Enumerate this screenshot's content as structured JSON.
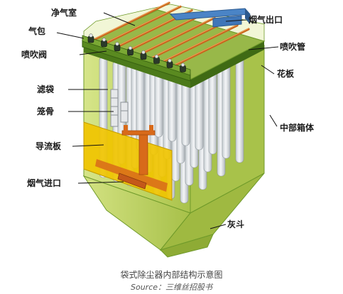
{
  "labels": {
    "clean_room": "净气室",
    "gas_outlet": "烟气出口",
    "air_bag": "气包",
    "blow_pipe": "喷吹管",
    "pulse_valve": "喷吹阀",
    "tube_sheet": "花板",
    "filter_bag": "滤袋",
    "cage": "笼骨",
    "middle_box": "中部箱体",
    "baffle": "导流板",
    "gas_inlet": "烟气进口",
    "ash_hopper": "灰斗"
  },
  "caption": {
    "title": "袋式除尘器内部结构示意图",
    "source": "Source：三维丝招股书"
  },
  "colors": {
    "body_green": "#b9cf5c",
    "dark_green": "#6f9a2a",
    "orange": "#d86a1a",
    "yellow": "#f0c400",
    "pipe_blue": "#3f76b8"
  }
}
